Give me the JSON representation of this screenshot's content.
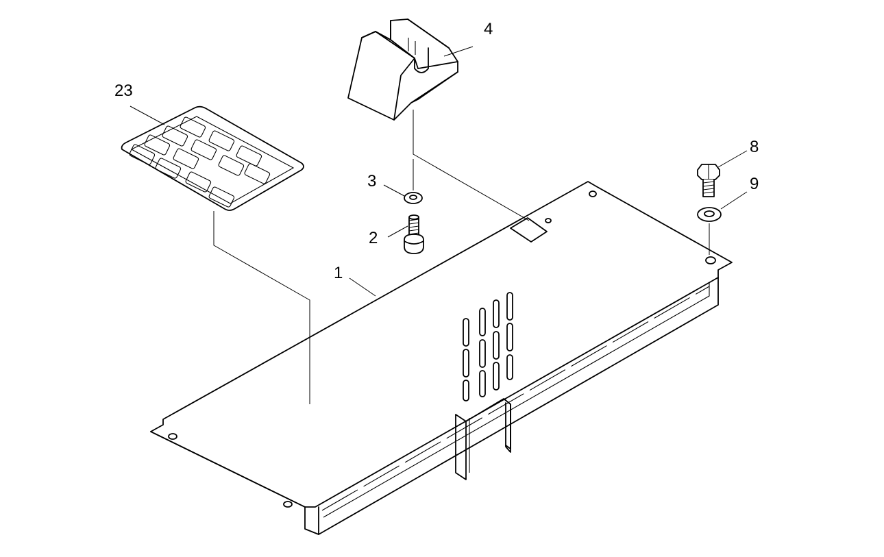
{
  "callouts": {
    "p1": "1",
    "p2": "2",
    "p3": "3",
    "p4": "4",
    "p8": "8",
    "p9": "9",
    "p23": "23"
  },
  "colors": {
    "line": "#000000",
    "background": "#ffffff"
  }
}
